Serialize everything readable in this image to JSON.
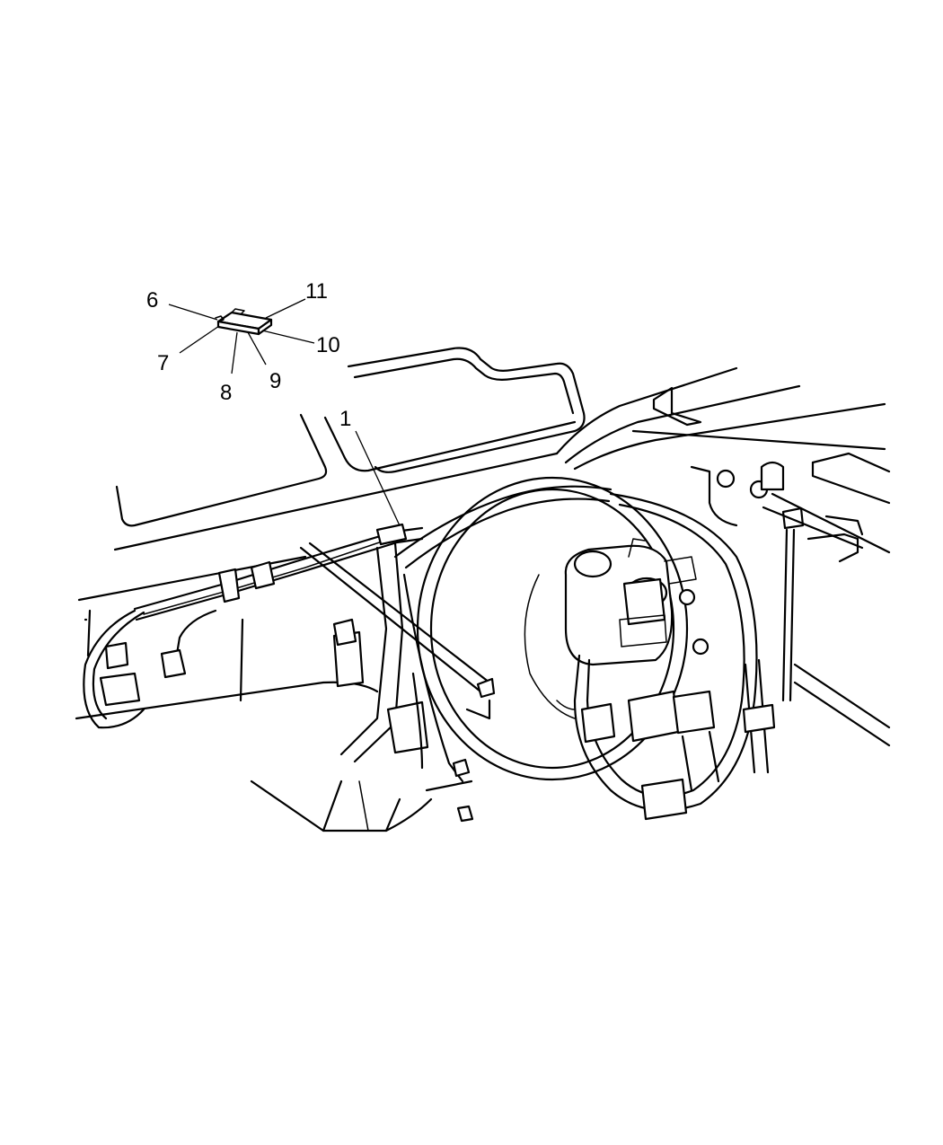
{
  "callouts": {
    "c1": "1",
    "c6": "6",
    "c7": "7",
    "c8": "8",
    "c9": "9",
    "c10": "10",
    "c11": "11"
  }
}
